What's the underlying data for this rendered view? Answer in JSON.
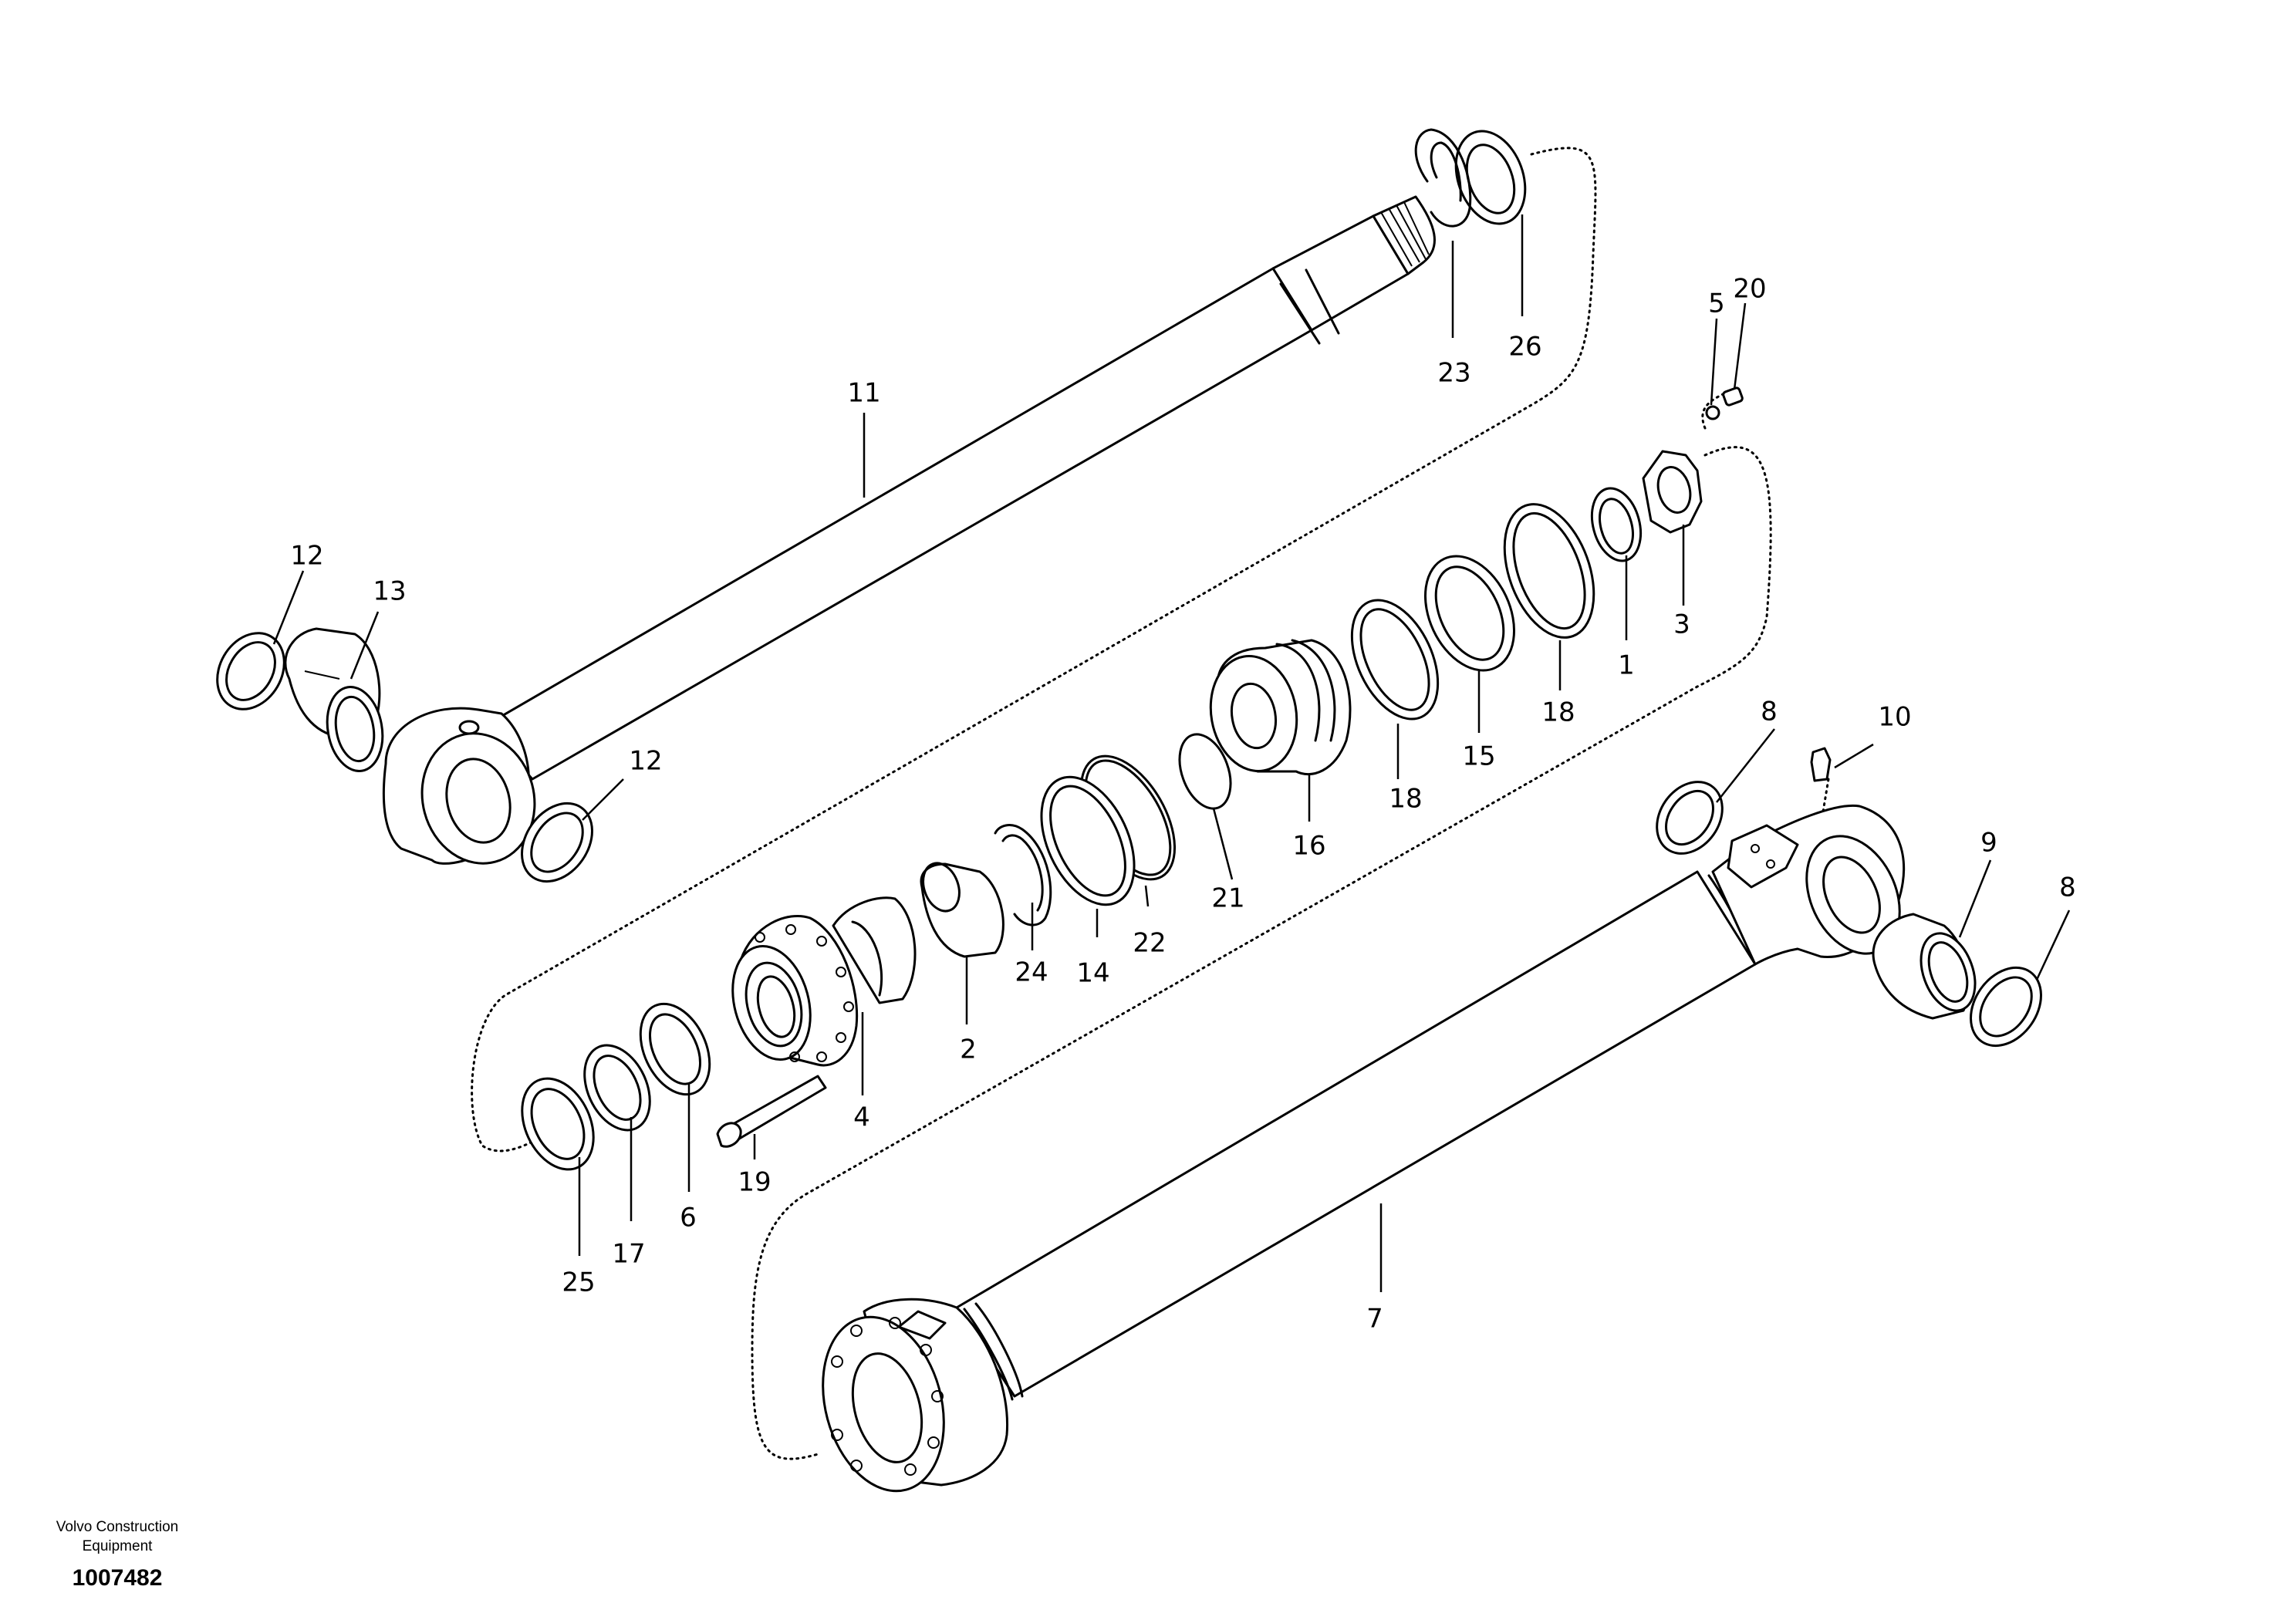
{
  "labels": {
    "p1": "1",
    "p2": "2",
    "p3": "3",
    "p4": "4",
    "p5": "5",
    "p6": "6",
    "p7": "7",
    "p8a": "8",
    "p8b": "8",
    "p9": "9",
    "p10": "10",
    "p11": "11",
    "p12a": "12",
    "p12b": "12",
    "p13": "13",
    "p14": "14",
    "p15": "15",
    "p16": "16",
    "p17": "17",
    "p18a": "18",
    "p18b": "18",
    "p19": "19",
    "p20": "20",
    "p21": "21",
    "p22": "22",
    "p23": "23",
    "p24": "24",
    "p25": "25",
    "p26": "26"
  },
  "footer": {
    "line1": "Volvo Construction",
    "line2": "Equipment",
    "number": "1007482"
  }
}
